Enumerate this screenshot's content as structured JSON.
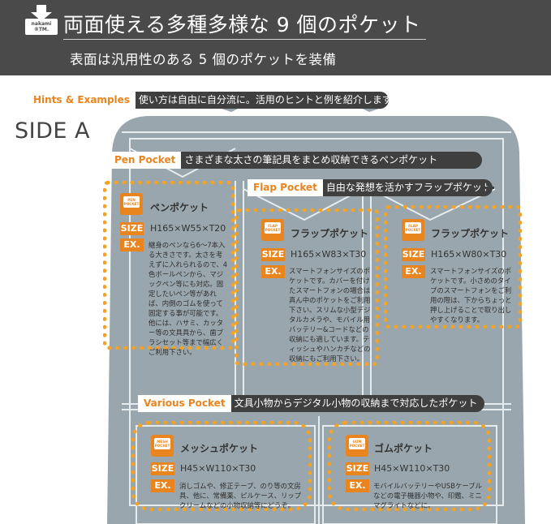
{
  "header": {
    "logo_text": "nakami\n®TM.",
    "title": "両面使える多種多様な 9 個のポケット",
    "subtitle": "表面は汎用性のある 5 個のポケットを装備"
  },
  "hints": {
    "label": "Hints & Examples",
    "text": "使い方は自由に自分流に。活用のヒントと例を紹介します。"
  },
  "side_label": "SIDE A",
  "sections": {
    "pen": {
      "label": "Pen Pocket",
      "text": "さまざまな太さの筆記具をまとめ収納できるペンポケット"
    },
    "flap": {
      "label": "Flap Pocket",
      "text": "自由な発想を活かすフラップポケット"
    },
    "various": {
      "label": "Various Pocket",
      "text": "文具小物からデジタル小物の収納まで対応したポケット"
    }
  },
  "tags": {
    "size": "SIZE",
    "ex": "EX."
  },
  "pockets": {
    "pen": {
      "icon_text": "PEN\nPOCKET",
      "title": "ペンポケット",
      "size": "H165×W55×T20",
      "desc": "継身のペンなら6～7本入る大きさです。太さを考えずに入れられるので、4色ボールペンから、マジックペン等にも対応。固定したいペン等があれば、内側のゴムを使って固定する事が可能です。他には、ハサミ、カッター等の文具具から、歯ブラシセット等まで幅広くご利用下さい。"
    },
    "flap1": {
      "icon_text": "FLAP\nPOCKET",
      "title": "フラップポケット",
      "size": "H165×W83×T30",
      "desc": "スマートフォンサイズのポケットです。カバーを付けたスマートフォンの場合は真ん中のポケットをご利用下さい。スリムな小型デジタルカメラや、モバイル用バッテリー&コードなどの収納にも適しています。ティッシュやハンカチなどの収納にもご利用下さい。"
    },
    "flap2": {
      "icon_text": "FLAP\nPOCKET",
      "title": "フラップポケット",
      "size": "H165×W80×T30",
      "desc": "スマートフォンサイズのポケットです。小さめのタイプのスマートフォンをご利用の際は、下からちょっと押し上げることで取り出しやすくなります。"
    },
    "mesh": {
      "icon_text": "MESH\nPOCKET",
      "title": "メッシュポケット",
      "size": "H45×W110×T30",
      "desc": "消しゴムや、修正テープ、のり等の文房具、他に、常備薬、ピルケース、リップクリームなどの小物収納等にどうぞ。"
    },
    "gum": {
      "icon_text": "GUM\nPOCKET",
      "title": "ゴムポケット",
      "size": "H45×W110×T30",
      "desc": "モバイルバッテリーやUSBケーブルなどの電子機器小物や、印鑑、ミニマグライトなどに。"
    }
  },
  "colors": {
    "header_bg": "#4a4a4a",
    "accent_orange": "#e8851f",
    "dots_orange": "#f2a326",
    "case_gray": "#9aa6ad",
    "case_light": "#a9b4ba",
    "bar_dark": "#3f3f3f"
  }
}
